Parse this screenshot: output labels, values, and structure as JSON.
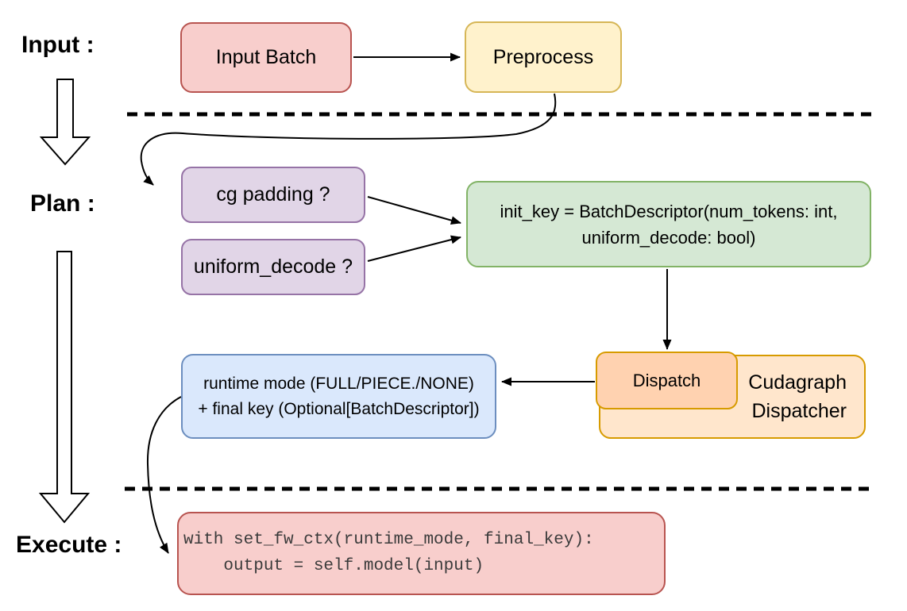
{
  "stage_labels": {
    "input": "Input :",
    "plan": "Plan :",
    "execute": "Execute :"
  },
  "nodes": {
    "input_batch": {
      "label": "Input Batch"
    },
    "preprocess": {
      "label": "Preprocess"
    },
    "cg_padding": {
      "label": "cg padding ?"
    },
    "uniform_decode": {
      "label": "uniform_decode ?"
    },
    "init_key": {
      "line1": "init_key = BatchDescriptor(num_tokens: int,",
      "line2": "uniform_decode: bool)"
    },
    "runtime_mode": {
      "line1": "runtime mode (FULL/PIECE./NONE)",
      "line2": "+ final key (Optional[BatchDescriptor])"
    },
    "dispatch": {
      "label": "Dispatch"
    },
    "cudagraph_dispatcher": {
      "line1": "Cudagraph",
      "line2": "Dispatcher"
    },
    "execute_code": {
      "line1": "with set_fw_ctx(runtime_mode, final_key):",
      "line2": "    output = self.model(input)"
    }
  },
  "colors": {
    "red_fill": "#F8CECC",
    "red_stroke": "#B85450",
    "yellow_fill": "#FFF2CC",
    "yellow_stroke": "#D6B656",
    "purple_fill": "#E1D5E7",
    "purple_stroke": "#9673A6",
    "green_fill": "#D5E8D4",
    "green_stroke": "#82B366",
    "blue_fill": "#DAE8FC",
    "blue_stroke": "#6C8EBF",
    "orange_fill": "#FFE6CC",
    "orange_stroke": "#D79B00",
    "dispatch_fill": "#FFD2B0",
    "connector": "#000000",
    "code_text": "#3B3B3B"
  }
}
